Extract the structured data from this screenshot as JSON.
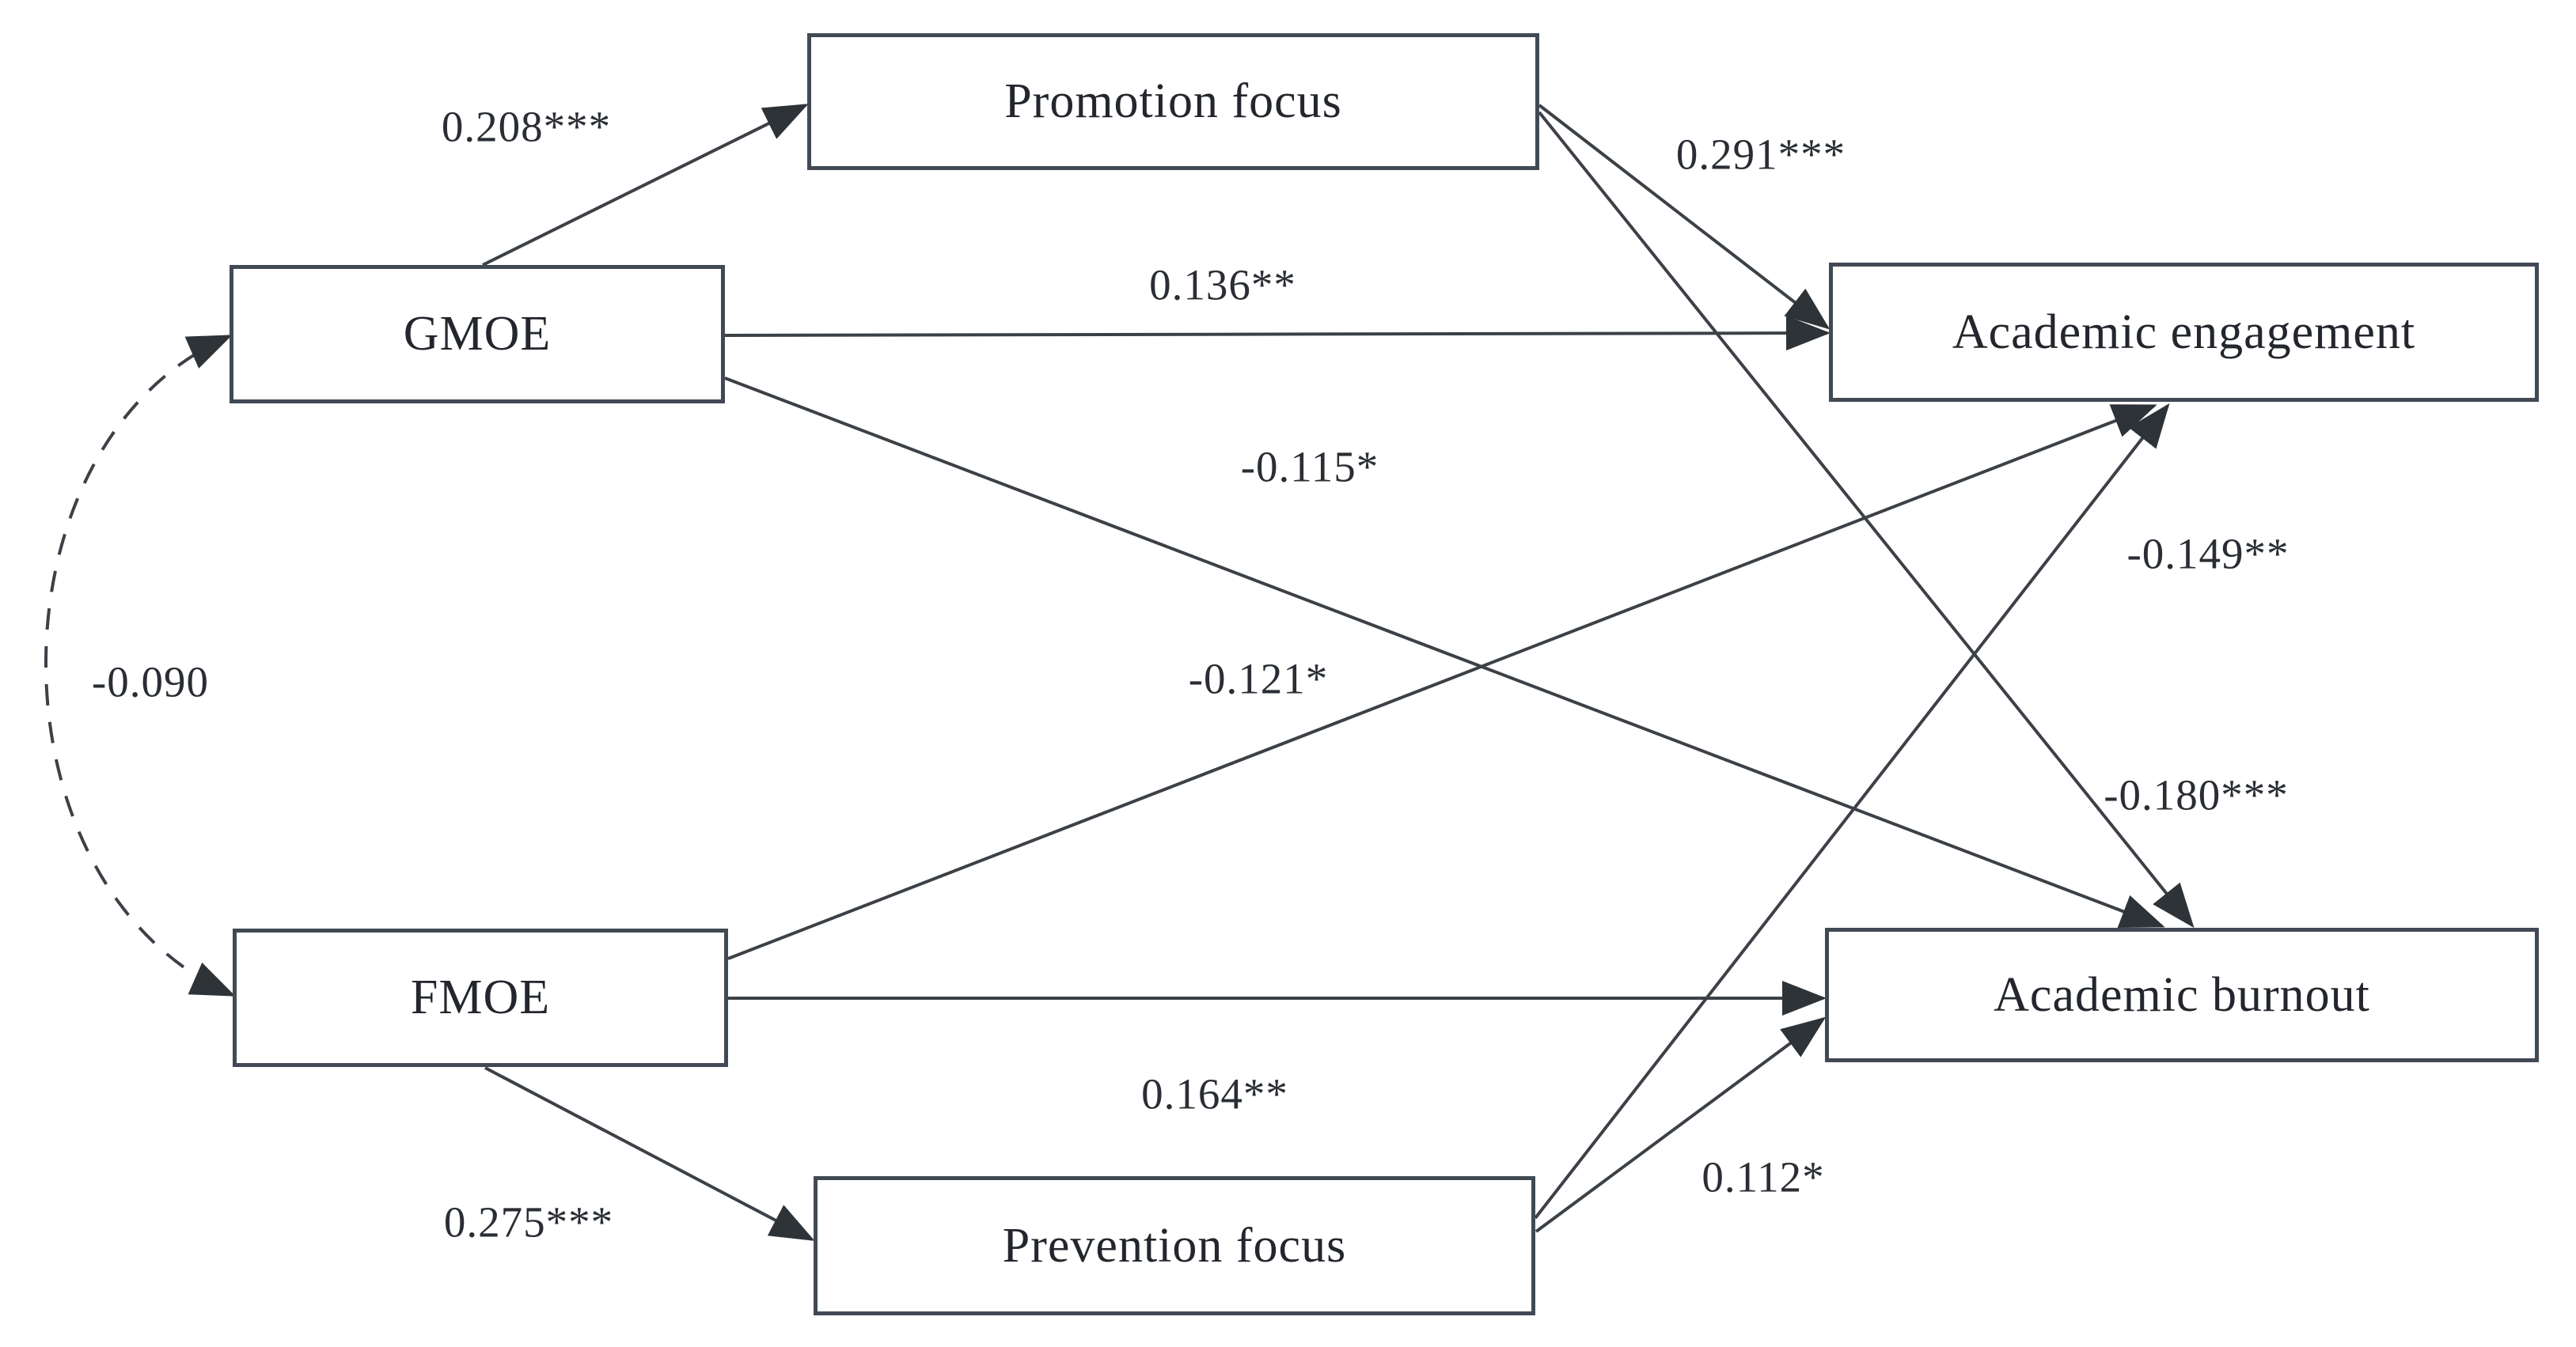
{
  "figure": {
    "kind": "structural-equation-path-diagram",
    "background": "#ffffff",
    "line_color": "#3c4147",
    "box_border_color": "#414a54",
    "text_color": "#23272d"
  },
  "nodes": [
    {
      "id": "gmoe",
      "label": "GMOE"
    },
    {
      "id": "fmoe",
      "label": "FMOE"
    },
    {
      "id": "promotion",
      "label": "Promotion focus"
    },
    {
      "id": "prevention",
      "label": "Prevention focus"
    },
    {
      "id": "engagement",
      "label": "Academic engagement"
    },
    {
      "id": "burnout",
      "label": "Academic burnout"
    }
  ],
  "edges": [
    {
      "from": "GMOE",
      "to": "Promotion focus",
      "label": "0.208***",
      "style": "solid",
      "bidirectional": false
    },
    {
      "from": "Promotion focus",
      "to": "Academic engagement",
      "label": "0.291***",
      "style": "solid",
      "bidirectional": false
    },
    {
      "from": "GMOE",
      "to": "Academic engagement",
      "label": "0.136**",
      "style": "solid",
      "bidirectional": false
    },
    {
      "from": "GMOE",
      "to": "Academic burnout",
      "label": "-0.115*",
      "style": "solid",
      "bidirectional": false
    },
    {
      "from": "FMOE",
      "to": "Academic engagement",
      "label": "-0.121*",
      "style": "solid",
      "bidirectional": false
    },
    {
      "from": "Prevention focus",
      "to": "Academic engagement",
      "label": "-0.149**",
      "style": "solid",
      "bidirectional": false
    },
    {
      "from": "Promotion focus",
      "to": "Academic burnout",
      "label": "-0.180***",
      "style": "solid",
      "bidirectional": false
    },
    {
      "from": "FMOE",
      "to": "Academic burnout",
      "label": "0.164**",
      "style": "solid",
      "bidirectional": false
    },
    {
      "from": "Prevention focus",
      "to": "Academic burnout",
      "label": "0.112*",
      "style": "solid",
      "bidirectional": false
    },
    {
      "from": "FMOE",
      "to": "Prevention focus",
      "label": "0.275***",
      "style": "solid",
      "bidirectional": false
    },
    {
      "from": "GMOE",
      "to": "FMOE",
      "label": "-0.090",
      "style": "dashed",
      "bidirectional": true
    }
  ]
}
